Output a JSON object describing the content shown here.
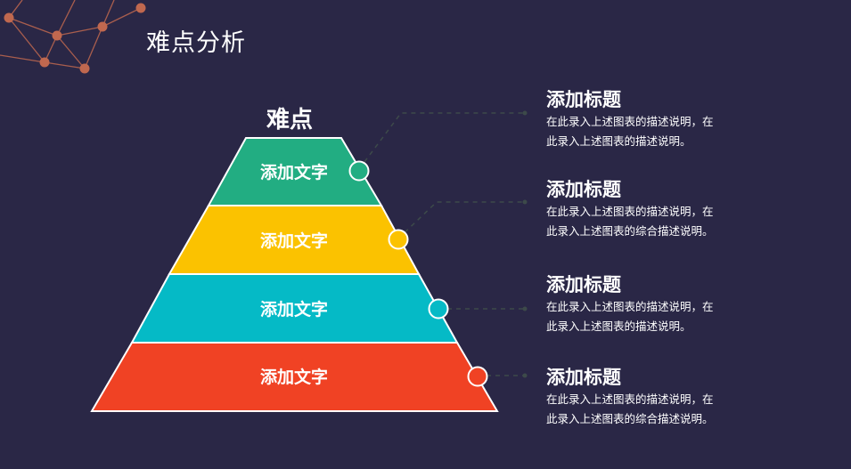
{
  "slide": {
    "title": "难点分析",
    "pyramid_title": "难点"
  },
  "colors": {
    "background": "#2a2746",
    "layer1": "#22ad82",
    "layer2": "#fbc200",
    "layer3": "#05bac6",
    "layer4": "#f04224",
    "decoration": "#c0684f",
    "connector": "#3d4a4a",
    "text": "#ffffff"
  },
  "pyramid": {
    "layers": [
      {
        "label": "添加文字",
        "color": "#22ad82"
      },
      {
        "label": "添加文字",
        "color": "#fbc200"
      },
      {
        "label": "添加文字",
        "color": "#05bac6"
      },
      {
        "label": "添加文字",
        "color": "#f04224"
      }
    ]
  },
  "items": [
    {
      "title": "添加标题",
      "desc_line1": "在此录入上述图表的描述说明，在",
      "desc_line2": "此录入上述图表的描述说明。"
    },
    {
      "title": "添加标题",
      "desc_line1": "在此录入上述图表的描述说明，在",
      "desc_line2": "此录入上述图表的综合描述说明。"
    },
    {
      "title": "添加标题",
      "desc_line1": "在此录入上述图表的描述说明，在",
      "desc_line2": "此录入上述图表的描述说明。"
    },
    {
      "title": "添加标题",
      "desc_line1": "在此录入上述图表的描述说明，在",
      "desc_line2": "此录入上述图表的综合描述说明。"
    }
  ]
}
